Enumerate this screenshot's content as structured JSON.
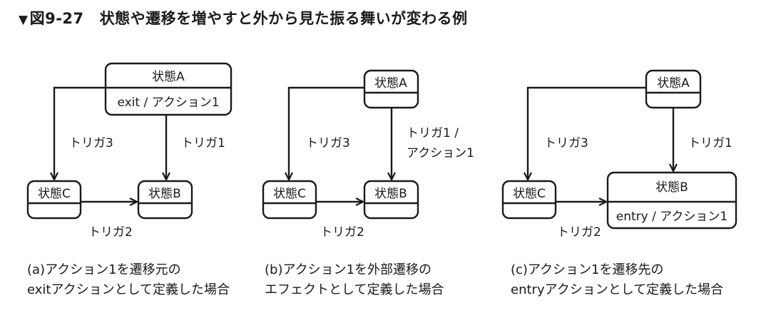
{
  "title": {
    "marker": "▼",
    "figure_no": "図9-27",
    "text": "状態や遷移を増やすと外から見た振る舞いが変わる例"
  },
  "panels": {
    "a": {
      "state_a": "状態A",
      "state_a_action": "exit / アクション1",
      "state_b": "状態B",
      "state_c": "状態C",
      "trigger1": "トリガ1",
      "trigger2": "トリガ2",
      "trigger3": "トリガ3",
      "caption_line1": "(a)アクション1を遷移元の",
      "caption_line2": "exitアクションとして定義した場合"
    },
    "b": {
      "state_a": "状態A",
      "state_b": "状態B",
      "state_c": "状態C",
      "trigger1_line1": "トリガ1 /",
      "trigger1_line2": "アクション1",
      "trigger2": "トリガ2",
      "trigger3": "トリガ3",
      "caption_line1": "(b)アクション1を外部遷移の",
      "caption_line2": "エフェクトとして定義した場合"
    },
    "c": {
      "state_a": "状態A",
      "state_b": "状態B",
      "state_b_action": "entry / アクション1",
      "state_c": "状態C",
      "trigger1": "トリガ1",
      "trigger2": "トリガ2",
      "trigger3": "トリガ3",
      "caption_line1": "(c)アクション1を遷移先の",
      "caption_line2": "entryアクションとして定義した場合"
    }
  }
}
